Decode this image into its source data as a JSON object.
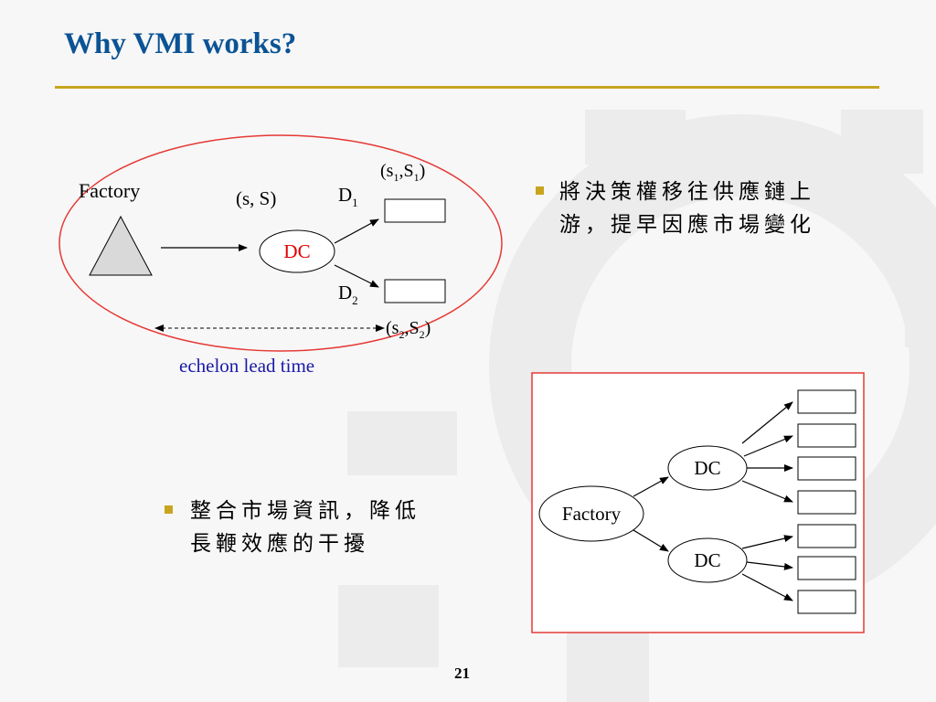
{
  "slide": {
    "title": "Why VMI works?",
    "page_number": "21"
  },
  "diagram_top": {
    "factory_label": "Factory",
    "policy_label": "(s, S)",
    "dc_label": "DC",
    "d1": {
      "main": "D",
      "sub": "1"
    },
    "d2": {
      "main": "D",
      "sub": "2"
    },
    "s1S1": {
      "open": "(s",
      "sub_a": "1",
      "mid": ",S",
      "sub_b": "1",
      "close": ")"
    },
    "s2S2": {
      "open": "(s",
      "sub_a": "2",
      "mid": ",S",
      "sub_b": "2",
      "close": ")"
    },
    "echelon_label": "echelon lead time",
    "colors": {
      "ellipse": "#e53935",
      "dc_text": "#e00000",
      "echelon_text": "#1a1aa6",
      "triangle": "#d9d9d9"
    }
  },
  "diagram_bottom": {
    "factory_label": "Factory",
    "dc_top_label": "DC",
    "dc_bottom_label": "DC",
    "border_color": "#e53935"
  },
  "bullets": [
    {
      "id": "decision",
      "lines": [
        "將決策權移往供應鏈上",
        "游，提早因應市場變化"
      ]
    },
    {
      "id": "integration",
      "lines": [
        "整合市場資訊，降低",
        "長鞭效應的干擾"
      ]
    }
  ],
  "colors": {
    "title": "#0b5394",
    "rule": "#c7a51e",
    "bullet": "#c7a51e"
  }
}
